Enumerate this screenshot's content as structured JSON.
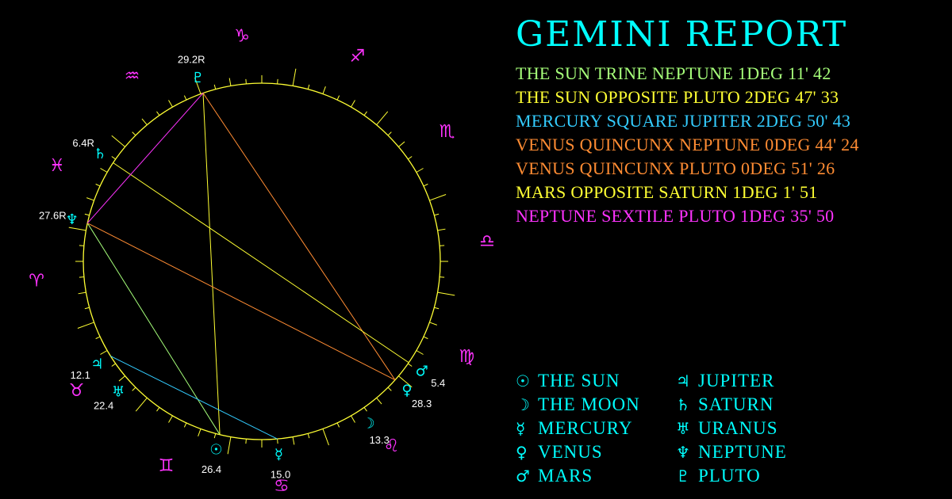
{
  "title": "GEMINI REPORT",
  "aspects": [
    {
      "text": "THE SUN TRINE NEPTUNE 1DEG 11' 42",
      "color": "#a6ff7a"
    },
    {
      "text": "THE SUN OPPOSITE PLUTO 2DEG 47' 33",
      "color": "#ffff33"
    },
    {
      "text": "MERCURY SQUARE JUPITER 2DEG 50' 43",
      "color": "#33ccff"
    },
    {
      "text": "VENUS QUINCUNX NEPTUNE 0DEG 44' 24",
      "color": "#ff8c33"
    },
    {
      "text": "VENUS QUINCUNX PLUTO 0DEG 51' 26",
      "color": "#ff8c33"
    },
    {
      "text": "MARS OPPOSITE SATURN 1DEG 1' 51",
      "color": "#ffff33"
    },
    {
      "text": "NEPTUNE SEXTILE PLUTO 1DEG 35' 50",
      "color": "#ff33ff"
    }
  ],
  "legend": [
    {
      "glyph": "☉",
      "label": "THE SUN",
      "icon": "sun-icon"
    },
    {
      "glyph": "☽",
      "label": "THE MOON",
      "icon": "moon-icon"
    },
    {
      "glyph": "☿",
      "label": "MERCURY",
      "icon": "mercury-icon"
    },
    {
      "glyph": "♀",
      "label": "VENUS",
      "icon": "venus-icon"
    },
    {
      "glyph": "♂",
      "label": "MARS",
      "icon": "mars-icon"
    },
    {
      "glyph": "♃",
      "label": "JUPITER",
      "icon": "jupiter-icon"
    },
    {
      "glyph": "♄",
      "label": "SATURN",
      "icon": "saturn-icon"
    },
    {
      "glyph": "♅",
      "label": "URANUS",
      "icon": "uranus-icon"
    },
    {
      "glyph": "♆",
      "label": "NEPTUNE",
      "icon": "neptune-icon"
    },
    {
      "glyph": "♇",
      "label": "PLUTO",
      "icon": "pluto-icon"
    }
  ],
  "wheel": {
    "colors": {
      "circle": "#ffff33",
      "signs": "#ff33ff",
      "planets": "#00ffff",
      "degrees": "#ffffff"
    },
    "signs": [
      {
        "glyph": "♈",
        "name": "aries",
        "longitude": 15
      },
      {
        "glyph": "♉",
        "name": "taurus",
        "longitude": 45
      },
      {
        "glyph": "♊",
        "name": "gemini",
        "longitude": 75
      },
      {
        "glyph": "♋",
        "name": "cancer",
        "longitude": 105
      },
      {
        "glyph": "♌",
        "name": "leo",
        "longitude": 135
      },
      {
        "glyph": "♍",
        "name": "virgo",
        "longitude": 165
      },
      {
        "glyph": "♎",
        "name": "libra",
        "longitude": 195
      },
      {
        "glyph": "♏",
        "name": "scorpio",
        "longitude": 225
      },
      {
        "glyph": "♐",
        "name": "sagittarius",
        "longitude": 255
      },
      {
        "glyph": "♑",
        "name": "capricorn",
        "longitude": 285
      },
      {
        "glyph": "♒",
        "name": "aquarius",
        "longitude": 315
      },
      {
        "glyph": "♓",
        "name": "pisces",
        "longitude": 345
      }
    ],
    "planets": [
      {
        "key": "sun",
        "glyph": "☉",
        "degree": "26.4",
        "longitude": 86.4
      },
      {
        "key": "moon",
        "glyph": "☽",
        "degree": "13.3",
        "longitude": 133.3
      },
      {
        "key": "mercury",
        "glyph": "☿",
        "degree": "15.0",
        "longitude": 105.0
      },
      {
        "key": "venus",
        "glyph": "♀",
        "degree": "28.3",
        "longitude": 148.3
      },
      {
        "key": "mars",
        "glyph": "♂",
        "degree": "5.4",
        "longitude": 155.4
      },
      {
        "key": "jupiter",
        "glyph": "♃",
        "degree": "12.1",
        "longitude": 42.1
      },
      {
        "key": "saturn",
        "glyph": "♄",
        "degree": "6.4R",
        "longitude": 336.4
      },
      {
        "key": "uranus",
        "glyph": "♅",
        "degree": "22.4",
        "longitude": 52.4
      },
      {
        "key": "neptune",
        "glyph": "♆",
        "degree": "27.6R",
        "longitude": 357.6
      },
      {
        "key": "pluto",
        "glyph": "♇",
        "degree": "29.2R",
        "longitude": 299.2
      }
    ],
    "aspect_lines": [
      {
        "from": "sun",
        "to": "neptune",
        "color": "#a6ff7a"
      },
      {
        "from": "sun",
        "to": "pluto",
        "color": "#ffff33"
      },
      {
        "from": "mercury",
        "to": "jupiter",
        "color": "#33ccff"
      },
      {
        "from": "venus",
        "to": "neptune",
        "color": "#ff8c33"
      },
      {
        "from": "venus",
        "to": "pluto",
        "color": "#ff8c33"
      },
      {
        "from": "mars",
        "to": "saturn",
        "color": "#ffff33"
      },
      {
        "from": "neptune",
        "to": "pluto",
        "color": "#ff33ff"
      }
    ]
  }
}
